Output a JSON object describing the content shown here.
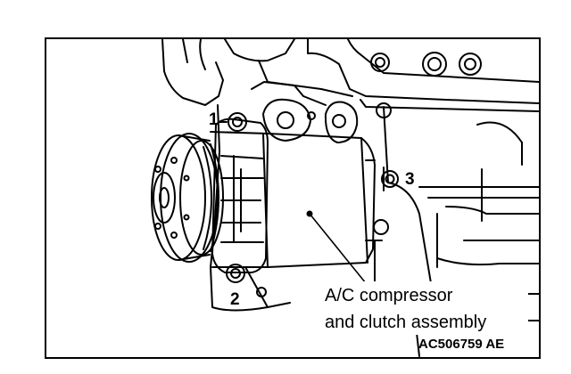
{
  "callouts": {
    "bolt_1": "1",
    "bolt_2": "2",
    "bolt_3": "3"
  },
  "caption": {
    "line1": "A/C compressor",
    "line2": "and clutch assembly"
  },
  "figure_code": "AC506759 AE",
  "colors": {
    "ink": "#000000",
    "paper": "#ffffff"
  }
}
